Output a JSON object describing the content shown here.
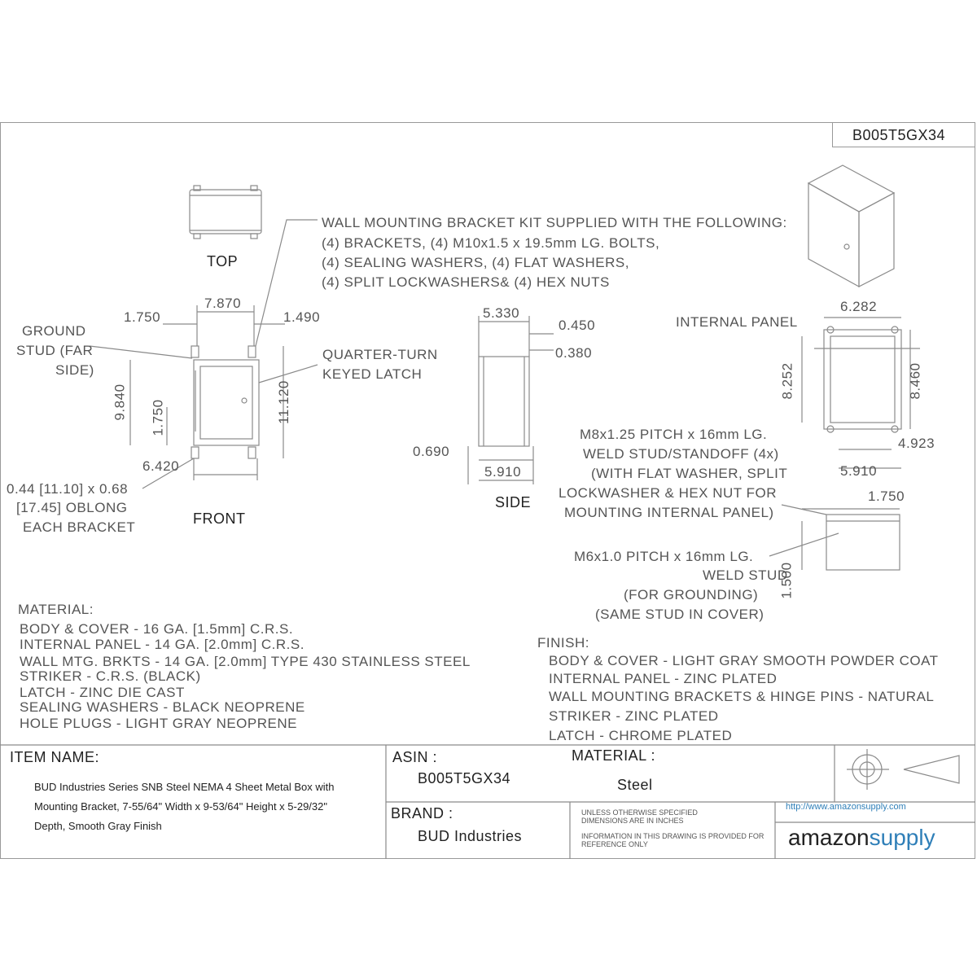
{
  "part_number": "B005T5GX34",
  "views": {
    "top": "TOP",
    "front": "FRONT",
    "side": "SIDE"
  },
  "notes": {
    "bracket_kit": [
      "WALL MOUNTING BRACKET KIT SUPPLIED WITH THE FOLLOWING:",
      "(4) BRACKETS, (4) M10x1.5 x 19.5mm LG. BOLTS,",
      "(4) SEALING WASHERS, (4) FLAT WASHERS,",
      "(4) SPLIT LOCKWASHERS& (4) HEX NUTS"
    ],
    "ground_stud": [
      "GROUND",
      "STUD (FAR",
      "SIDE)"
    ],
    "latch": [
      "QUARTER-TURN",
      "KEYED LATCH"
    ],
    "oblong": [
      "0.44 [11.10] x 0.68",
      "[17.45] OBLONG",
      "EACH BRACKET"
    ],
    "internal_panel": "INTERNAL PANEL",
    "weld_stud": [
      "M8x1.25 PITCH x 16mm LG.",
      "WELD STUD/STANDOFF (4x)",
      "(WITH FLAT WASHER, SPLIT",
      "LOCKWASHER & HEX NUT FOR",
      "MOUNTING INTERNAL PANEL)"
    ],
    "ground_weld": [
      "M6x1.0 PITCH x 16mm LG.",
      "WELD STUD",
      "(FOR GROUNDING)",
      "(SAME STUD IN COVER)"
    ]
  },
  "dimensions": {
    "front_w": "7.870",
    "front_l": "1.750",
    "front_r": "1.490",
    "front_h": "9.840",
    "front_mid": "1.750",
    "front_oh": "11.120",
    "front_bw": "6.420",
    "side_w": "5.330",
    "side_a": "0.450",
    "side_b": "0.380",
    "side_c": "0.690",
    "side_d": "5.910",
    "panel_w": "6.282",
    "panel_h": "8.252",
    "panel_oh": "8.460",
    "panel_x": "4.923",
    "panel_d": "5.910",
    "det_w": "1.750",
    "det_h": "1.500"
  },
  "material": {
    "heading": "MATERIAL:",
    "lines": [
      "BODY & COVER - 16 GA. [1.5mm] C.R.S.",
      "INTERNAL PANEL - 14 GA. [2.0mm] C.R.S.",
      "WALL MTG. BRKTS - 14 GA. [2.0mm] TYPE 430 STAINLESS STEEL",
      "STRIKER - C.R.S.     (BLACK)",
      "LATCH - ZINC DIE CAST",
      "SEALING WASHERS - BLACK NEOPRENE",
      "HOLE PLUGS - LIGHT GRAY NEOPRENE"
    ]
  },
  "finish": {
    "heading": "FINISH:",
    "lines": [
      "BODY & COVER - LIGHT GRAY SMOOTH POWDER COAT",
      "INTERNAL PANEL - ZINC PLATED",
      "WALL MOUNTING BRACKETS & HINGE PINS - NATURAL",
      "STRIKER - ZINC PLATED",
      "LATCH - CHROME PLATED"
    ]
  },
  "title_block": {
    "item_label": "ITEM NAME:",
    "item_name": "BUD Industries Series SNB Steel NEMA 4 Sheet Metal Box with Mounting Bracket, 7-55/64\" Width x 9-53/64\" Height x 5-29/32\" Depth, Smooth Gray Finish",
    "asin_label": "ASIN :",
    "asin": "B005T5GX34",
    "material_label": "MATERIAL :",
    "material": "Steel",
    "brand_label": "BRAND :",
    "brand": "BUD Industries",
    "note1": "UNLESS OTHERWISE SPECIFIED DIMENSIONS ARE IN INCHES",
    "note2": "INFORMATION IN THIS DRAWING IS PROVIDED FOR REFERENCE ONLY",
    "url": "http://www.amazonsupply.com",
    "logo_a": "amazon",
    "logo_b": "supply"
  },
  "colors": {
    "line": "#8a8a8a",
    "brand_blue": "#2f7fb8",
    "text": "#555555"
  }
}
